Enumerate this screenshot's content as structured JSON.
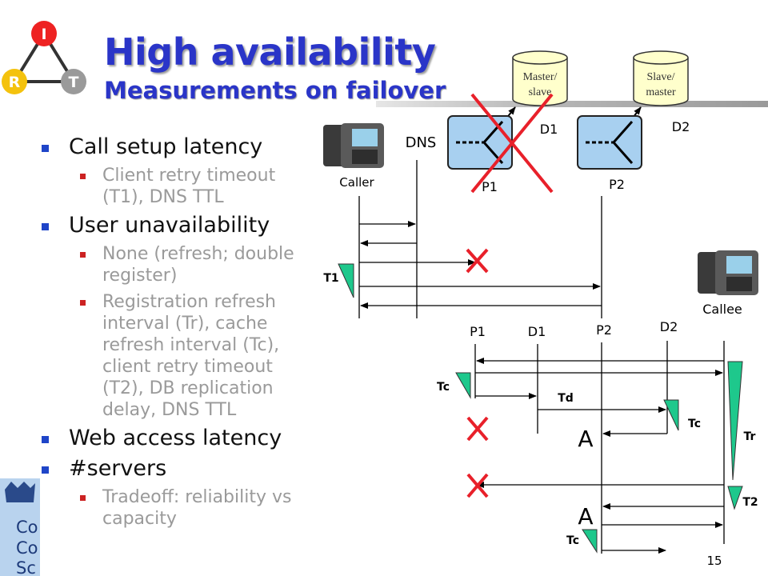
{
  "header": {
    "title": "High availability",
    "subtitle": "Measurements on failover",
    "logo": {
      "top": "I",
      "left": "R",
      "right": "T"
    }
  },
  "bullets": [
    {
      "level": 1,
      "text": "Call setup latency"
    },
    {
      "level": 2,
      "text": "Client retry timeout (T1), DNS TTL"
    },
    {
      "level": 1,
      "text": "User unavailability"
    },
    {
      "level": 2,
      "text": "None (refresh; double register)"
    },
    {
      "level": 2,
      "text": "Registration refresh interval (Tr), cache refresh interval (Tc), client retry timeout (T2), DB replication delay, DNS TTL"
    },
    {
      "level": 1,
      "text": "Web access latency"
    },
    {
      "level": 1,
      "text": "#servers"
    },
    {
      "level": 2,
      "text": "Tradeoff: reliability vs capacity"
    }
  ],
  "footer": {
    "crest_fragments": [
      "Co",
      "Co",
      "Sc"
    ],
    "page_number": "15"
  },
  "diagram": {
    "databases": {
      "db1_line1": "Master/",
      "db1_line2": "slave",
      "db2_line1": "Slave/",
      "db2_line2": "master"
    },
    "labels": {
      "dns": "DNS",
      "caller": "Caller",
      "callee": "Callee",
      "p1": "P1",
      "p2": "P2",
      "d1": "D1",
      "d2": "D2",
      "t1": "T1",
      "lower_p1": "P1",
      "lower_d1": "D1",
      "lower_p2": "P2",
      "lower_d2": "D2",
      "tc": "Tc",
      "td": "Td",
      "tr": "Tr",
      "t2": "T2",
      "a": "A"
    },
    "colors": {
      "failure": "#e8202a",
      "timer": "#1ec88c",
      "server": "#a8d0f0",
      "db": "#ffffcc"
    }
  }
}
